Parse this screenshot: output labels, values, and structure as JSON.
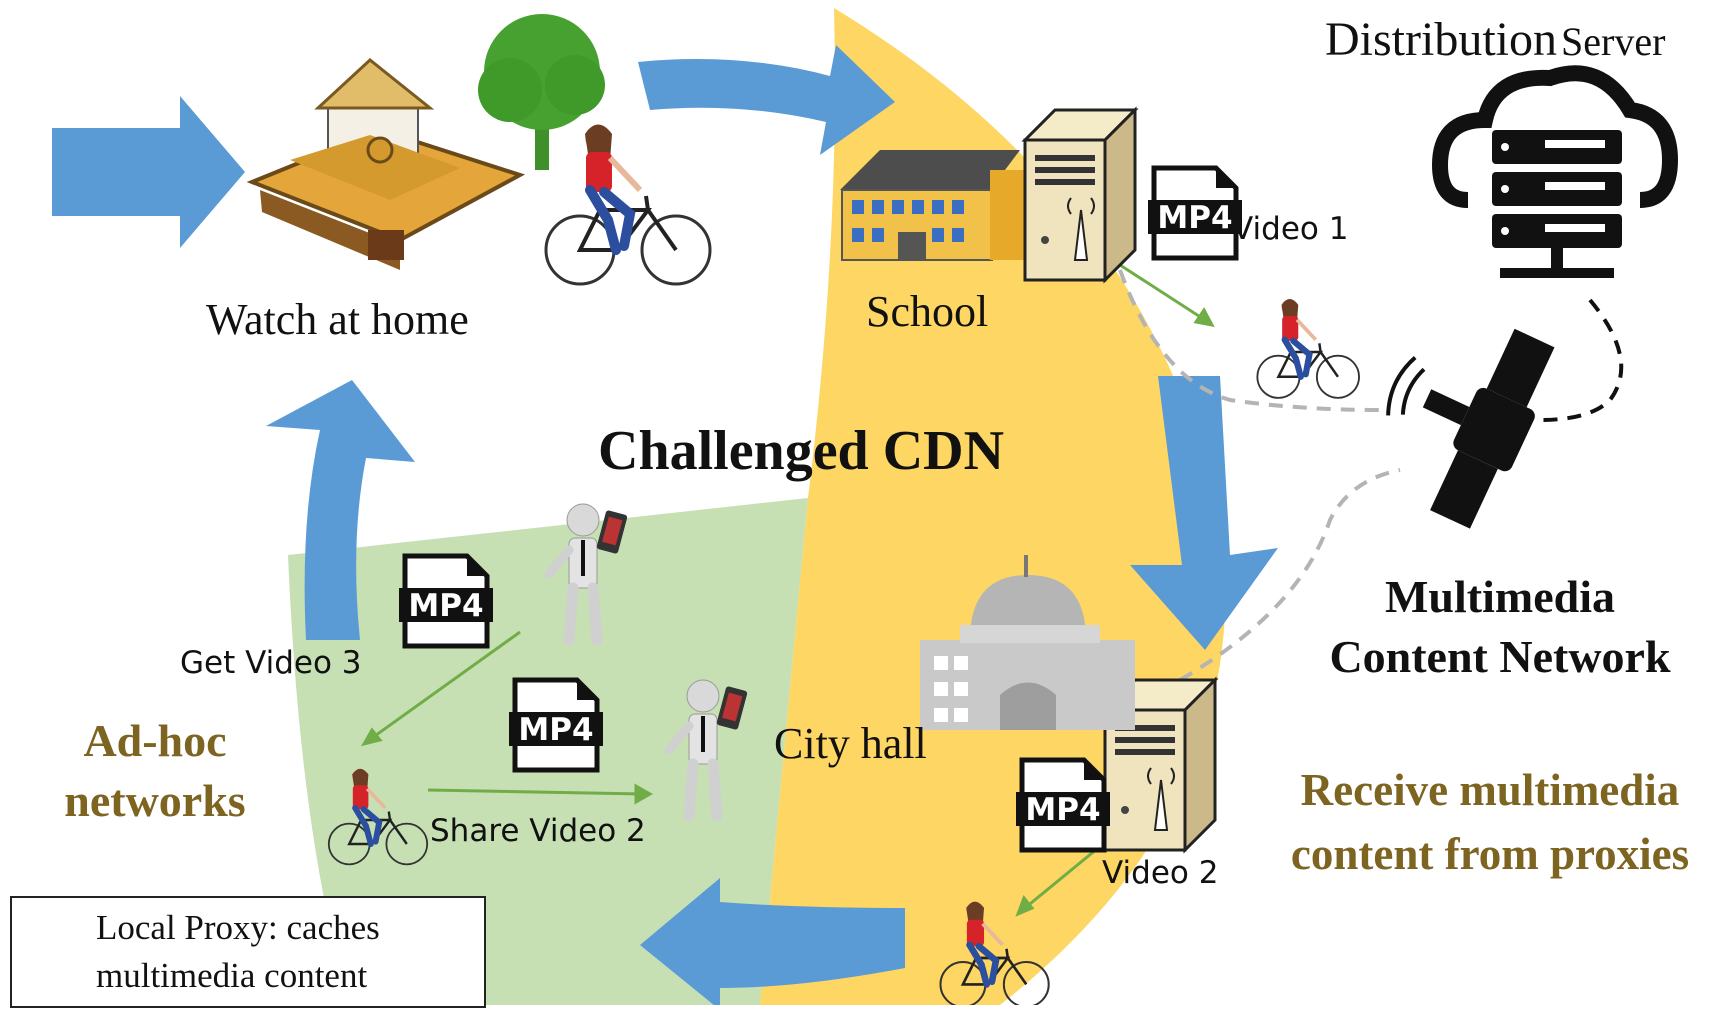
{
  "diagram": {
    "center_title": "Challenged CDN",
    "distribution_server_label_1": "Distribution",
    "distribution_server_label_2": "Server",
    "network_label_line1": "Multimedia",
    "network_label_line2": "Content Network",
    "places": {
      "home": "Watch at home",
      "school": "School",
      "city_hall": "City hall"
    },
    "video_labels": {
      "video1": "Video 1",
      "video2": "Video 2",
      "share": "Share Video 2",
      "get": "Get Video 3"
    },
    "file_badge": "MP4",
    "region_labels": {
      "adhoc_line1": "Ad-hoc",
      "adhoc_line2": "networks",
      "receive_line1": "Receive multimedia",
      "receive_line2": "content from proxies"
    },
    "legend": {
      "line1": "Local Proxy: caches",
      "line2": "multimedia content"
    },
    "colors": {
      "yellow_region": "#fdd663",
      "green_region": "#c6e0b4",
      "cycle_arrow": "#5b9bd5",
      "transfer_arrow": "#70ad47",
      "region_text": "#7d6420",
      "link_dashed": "#b4b4b4",
      "link_black": "#111111"
    },
    "icons": [
      "farmhouse-icon",
      "tree-icon",
      "cyclist-icon",
      "school-building-icon",
      "proxy-server-icon",
      "mp4-file-icon",
      "cloud-server-icon",
      "satellite-icon",
      "city-hall-icon",
      "person-with-phone-icon"
    ]
  }
}
